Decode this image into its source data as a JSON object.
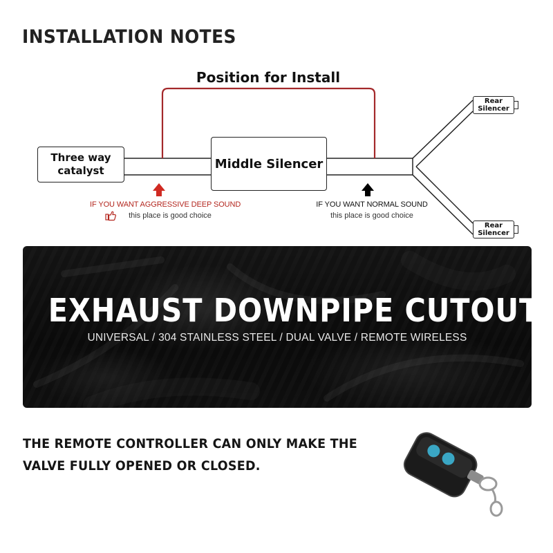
{
  "heading": "INSTALLATION NOTES",
  "diagram": {
    "position_label": "Position for Install",
    "catalyst_label": [
      "Three way",
      "catalyst"
    ],
    "middle_label": "Middle Silencer",
    "rear_top_label": [
      "Rear",
      "Silencer"
    ],
    "rear_bottom_label": [
      "Rear",
      "Silencer"
    ],
    "left_note": {
      "line1": "IF YOU WANT AGGRESSIVE DEEP SOUND",
      "line2": "this place is good choice",
      "arrow_color": "#d02a22"
    },
    "right_note": {
      "line1": "IF YOU WANT NORMAL SOUND",
      "line2": "this place is good choice",
      "arrow_color": "#000000"
    },
    "bracket_color": "#a3282a",
    "thumbs_icon": "thumbs-up-icon"
  },
  "banner": {
    "title": "EXHAUST DOWNPIPE CUTOUT",
    "subtitle": "UNIVERSAL / 304 STAINLESS STEEL / DUAL VALVE / REMOTE WIRELESS"
  },
  "footer": {
    "line1": "THE REMOTE CONTROLLER CAN ONLY MAKE THE",
    "line2": "VALVE FULLY OPENED OR CLOSED."
  },
  "remote_icon": "remote-key-fob-icon",
  "remote_button_color": "#3aa6c4"
}
